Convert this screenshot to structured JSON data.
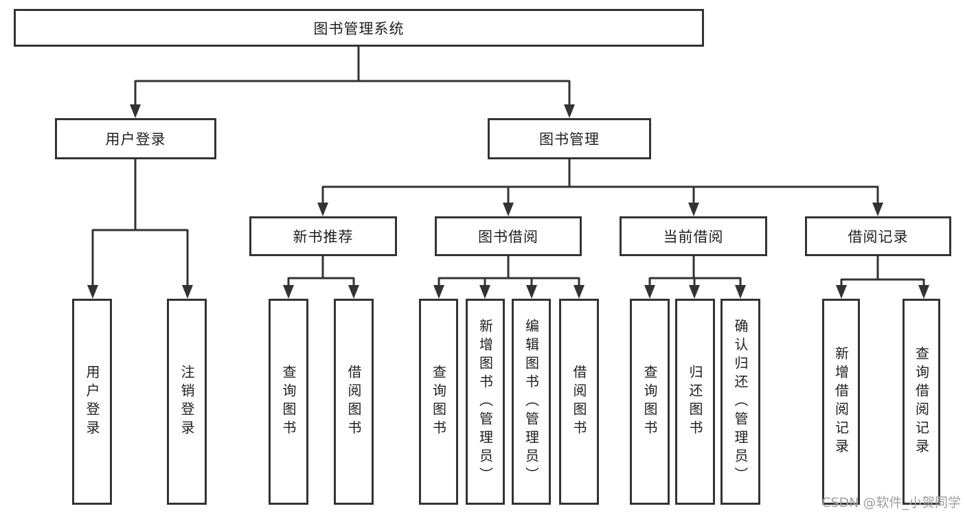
{
  "tree": {
    "label": "图书管理系统",
    "children": [
      {
        "label": "用户登录",
        "children": [
          {
            "label": "用户登录"
          },
          {
            "label": "注销登录"
          }
        ]
      },
      {
        "label": "图书管理",
        "children": [
          {
            "label": "新书推荐",
            "children": [
              {
                "label": "查询图书"
              },
              {
                "label": "借阅图书"
              }
            ]
          },
          {
            "label": "图书借阅",
            "children": [
              {
                "label": "查询图书"
              },
              {
                "label": "新增图书（管理员）"
              },
              {
                "label": "编辑图书（管理员）"
              },
              {
                "label": "借阅图书"
              }
            ]
          },
          {
            "label": "当前借阅",
            "children": [
              {
                "label": "查询图书"
              },
              {
                "label": "归还图书"
              },
              {
                "label": "确认归还（管理员）"
              }
            ]
          },
          {
            "label": "借阅记录",
            "children": [
              {
                "label": "新增借阅记录"
              },
              {
                "label": "查询借阅记录"
              }
            ]
          }
        ]
      }
    ]
  },
  "watermark": {
    "text": "CSDN @软件_小贺同学"
  },
  "colors": {
    "line": "#333333",
    "box_border": "#333333",
    "box_fill": "#ffffff",
    "text": "#1f1f1f",
    "watermark": "#9d9d9d",
    "background": "#ffffff"
  }
}
